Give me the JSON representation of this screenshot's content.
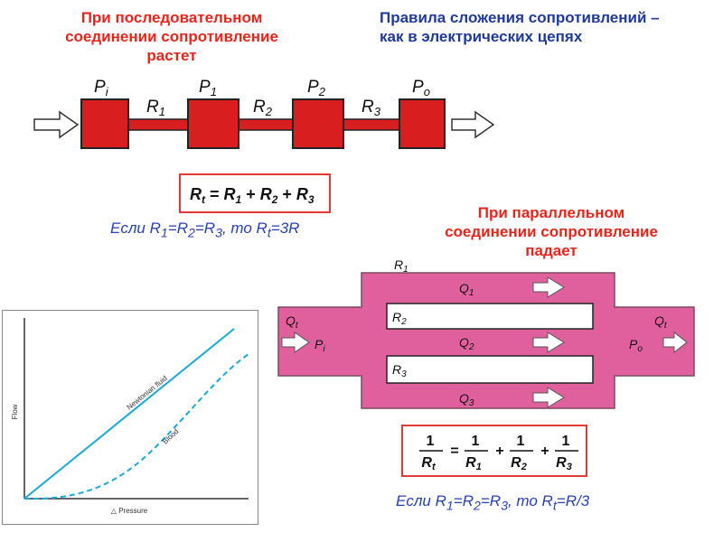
{
  "series_section": {
    "title_lines": [
      "При последовательном",
      "соединении сопротивление",
      "растет"
    ],
    "labels": {
      "p_i": "P",
      "p_i_sub": "i",
      "p1": "P",
      "p1_sub": "1",
      "p2": "P",
      "p2_sub": "2",
      "p_o": "P",
      "p_o_sub": "o",
      "r1": "R",
      "r1_sub": "1",
      "r2": "R",
      "r2_sub": "2",
      "r3": "R",
      "r3_sub": "3"
    },
    "formula": {
      "rt": "R",
      "rt_sub": "t",
      "eq": " = ",
      "r1": "R",
      "r1_sub": "1",
      "plus": " + ",
      "r2": "R",
      "r2_sub": "2",
      "r3": "R",
      "r3_sub": "3"
    },
    "condition": {
      "prefix": "Если R",
      "s1": "1",
      "mid1": "=R",
      "s2": "2",
      "mid2": "=R",
      "s3": "3",
      "mid3": ", то R",
      "st": "t",
      "suffix": "=3R"
    }
  },
  "rules_title_lines": [
    "Правила сложения сопротивлений –",
    "как в электрических цепях"
  ],
  "parallel_section": {
    "title_lines": [
      "При параллельном",
      "соединении сопротивление",
      "падает"
    ],
    "labels": {
      "r1": "R",
      "r1_sub": "1",
      "r2": "R",
      "r2_sub": "2",
      "r3": "R",
      "r3_sub": "3",
      "q1": "Q",
      "q1_sub": "1",
      "q2": "Q",
      "q2_sub": "2",
      "q3": "Q",
      "q3_sub": "3",
      "qt_in": "Q",
      "qt_in_sub": "t",
      "qt_out": "Q",
      "qt_out_sub": "t",
      "p_i": "P",
      "p_i_sub": "i",
      "p_o": "P",
      "p_o_sub": "o"
    },
    "formula": {
      "one": "1",
      "rt": "R",
      "rt_sub": "t",
      "r1": "R",
      "r1_sub": "1",
      "r2": "R",
      "r2_sub": "2",
      "r3": "R",
      "r3_sub": "3",
      "eq": "=",
      "plus": "+"
    },
    "condition": {
      "prefix": "Если R",
      "s1": "1",
      "mid1": "=R",
      "s2": "2",
      "mid2": "=R",
      "s3": "3",
      "mid3": ", то R",
      "st": "t",
      "suffix": "=R/3"
    }
  },
  "flow_chart": {
    "y_label": "Flow",
    "x_label": "Pressure",
    "x_label_symbol": "△",
    "line_newtonian_label": "Newtonian fluid",
    "line_blood_label": "Blood"
  },
  "colors": {
    "accent_red": "#e8251b",
    "vessel_red": "#d81e1e",
    "vessel_pink": "#e0609e",
    "line_blue": "#19a9d8",
    "text_blue": "#2742b6"
  }
}
